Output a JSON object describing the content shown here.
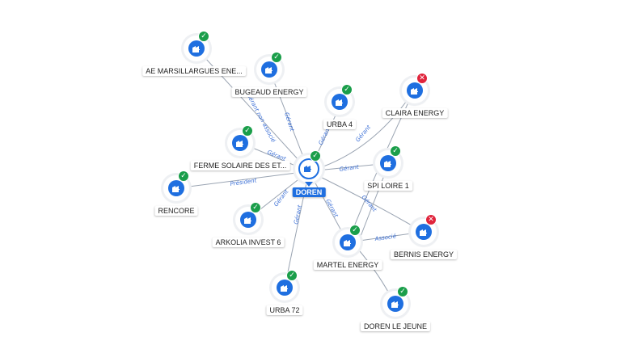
{
  "nodes": {
    "doren": {
      "name": "DOREN",
      "status": "ok"
    },
    "ae": {
      "name": "AE MARSILLARGUES ENE...",
      "status": "ok"
    },
    "bugeaud": {
      "name": "BUGEAUD ENERGY",
      "status": "ok"
    },
    "urba4": {
      "name": "URBA 4",
      "status": "ok"
    },
    "claira": {
      "name": "CLAIRA ENERGY",
      "status": "ko"
    },
    "ferme": {
      "name": "FERME SOLAIRE DES ET...",
      "status": "ok"
    },
    "spiloire": {
      "name": "SPI LOIRE 1",
      "status": "ok"
    },
    "rencore": {
      "name": "RENCORE",
      "status": "ok"
    },
    "arkolia": {
      "name": "ARKOLIA INVEST 6",
      "status": "ok"
    },
    "bernis": {
      "name": "BERNIS ENERGY",
      "status": "ko"
    },
    "martel": {
      "name": "MARTEL ENERGY",
      "status": "ok"
    },
    "urba72": {
      "name": "URBA 72",
      "status": "ok"
    },
    "dorenjeune": {
      "name": "DOREN LE JEUNE",
      "status": "ok"
    }
  },
  "edges": {
    "e_ae": "Gérant non associé",
    "e_bugeaud": "Gérant",
    "e_urba4": "Gérant",
    "e_claira": "Gérant",
    "e_ferme": "Gérant",
    "e_spiloire": "Gérant",
    "e_rencore": "Président",
    "e_arkolia": "Gérant",
    "e_bernis": "Gérant",
    "e_martel": "Gérant",
    "e_urba72": "Gérant",
    "e_martel_bernis": "Associé"
  }
}
